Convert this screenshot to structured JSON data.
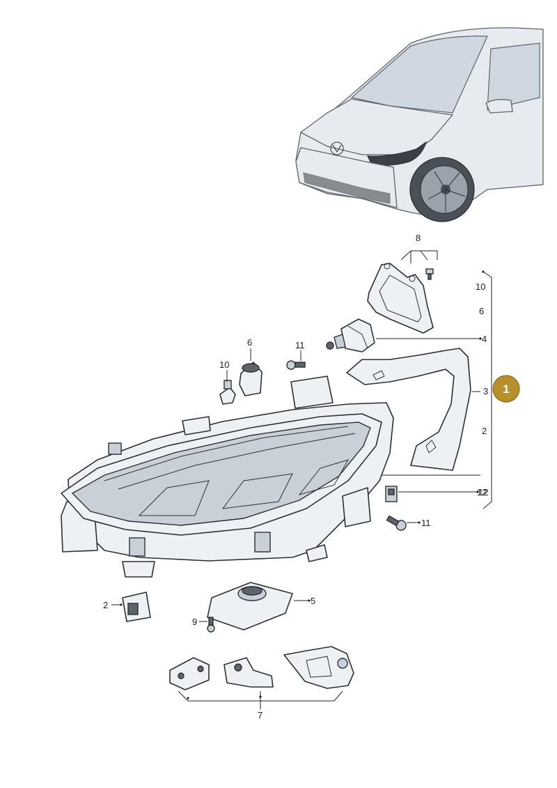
{
  "callouts": {
    "c1": "1",
    "c2": "2",
    "c3": "3",
    "c4": "4",
    "c5": "5",
    "c6": "6",
    "c7": "7",
    "c8": "8",
    "c9": "9",
    "c10": "10",
    "c11": "11",
    "c12": "12"
  },
  "bracket_list": [
    "10",
    "6",
    "4",
    "3",
    "2",
    "12"
  ],
  "badge": {
    "label": "1",
    "color": "#b8902b"
  },
  "colors": {
    "line": "#2b2f33",
    "part_fill": "#eef1f4",
    "highlight": "#3a4046"
  }
}
